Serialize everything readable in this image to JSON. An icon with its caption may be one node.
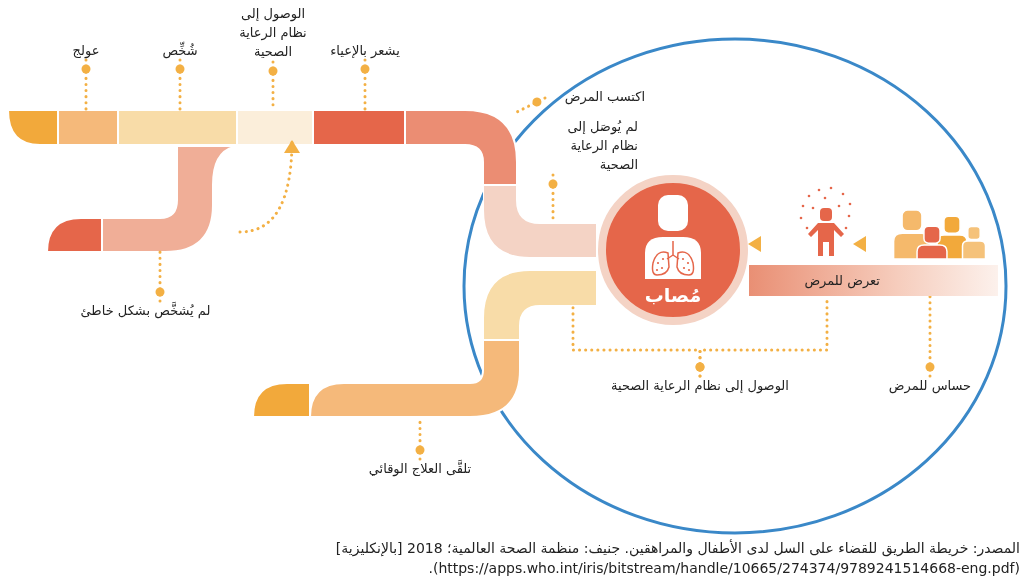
{
  "diagram": {
    "caption": "المصدر: خريطة الطريق للقضاء على السل لدى الأطفال والمراهقين. جنيف: منظمة الصحة العالمية؛ 2018 [بالإنكليزية] (https://apps.who.int/iris/bitstream/handle/10665/274374/9789241514668-eng.pdf).",
    "nodes": [
      {
        "text": [
          "عولج"
        ]
      },
      {
        "text": [
          "شُخِّص"
        ]
      },
      {
        "text": [
          "الوصول إلى نظام الرعاية الصحية"
        ]
      },
      {
        "text": [
          "يشعر بالإعياء"
        ]
      },
      {
        "text": [],
        "shape": "circle"
      },
      {
        "text": [
          "اكتسب المرض"
        ],
        "in": 4
      },
      {
        "text": [
          "لم يُوصَل إلى نظام الرعاية الصحية"
        ],
        "in": 4
      },
      {
        "text": [
          "مُصاب"
        ],
        "in": 4
      },
      {
        "text": [],
        "shape": "person",
        "in": 4
      },
      {
        "text": [],
        "shape": "person",
        "in": 4
      },
      {
        "text": [
          "تعرض للمرض"
        ],
        "in": 4
      },
      {
        "text": [
          "الوصول إلى نظام الرعاية الصحية"
        ],
        "in": 4
      },
      {
        "text": [
          "حساس للمرض"
        ],
        "in": 4
      },
      {
        "text": [
          "لم يُشخَّص بشكل خاطئ"
        ]
      },
      {
        "text": [
          "تلقَّى العلاج الوقائي"
        ]
      },
      {
        "text": [],
        "shape": "bar"
      },
      {
        "text": [],
        "shape": "bar"
      },
      {
        "text": [],
        "shape": "bar"
      },
      {
        "text": [],
        "shape": "bar"
      },
      {
        "text": [],
        "shape": "bar"
      },
      {
        "text": [],
        "shape": "bar"
      },
      {
        "text": [],
        "shape": "bar",
        "in": 4
      },
      {
        "text": [],
        "shape": "bar"
      },
      {
        "text": [],
        "shape": "bar"
      },
      {
        "text": [],
        "shape": "bar",
        "in": 4
      },
      {
        "text": [],
        "shape": "bar"
      },
      {
        "text": [],
        "shape": "bar"
      }
    ],
    "edges": [
      {
        "from": 0,
        "to": 16,
        "arrow": "other",
        "style": "dashed"
      },
      {
        "from": 1,
        "to": 17,
        "arrow": "other",
        "style": "dashed"
      },
      {
        "from": 2,
        "to": 18,
        "arrow": "other",
        "style": "dashed"
      },
      {
        "from": 3,
        "to": 19,
        "arrow": "other",
        "style": "dashed"
      },
      {
        "from": 5,
        "to": 20,
        "arrow": "other",
        "style": "dashed"
      },
      {
        "from": 6,
        "to": 21,
        "arrow": "other",
        "style": "dashed"
      },
      {
        "from": 13,
        "to": 23,
        "arrow": "other",
        "style": "dashed"
      },
      {
        "from": 23,
        "to": 18,
        "arrow": "to",
        "style": "dashed"
      },
      {
        "from": 14,
        "to": 25,
        "arrow": "other",
        "style": "dashed"
      },
      {
        "from": 11,
        "to": 24,
        "arrow": "other",
        "style": "dashed"
      },
      {
        "from": 11,
        "to": 10,
        "arrow": "other",
        "style": "dashed"
      },
      {
        "from": 12,
        "to": 10,
        "arrow": "other",
        "style": "dashed"
      },
      {
        "from": 8,
        "to": 9,
        "arrow": "to"
      },
      {
        "from": 9,
        "to": 7,
        "arrow": "to"
      }
    ]
  }
}
